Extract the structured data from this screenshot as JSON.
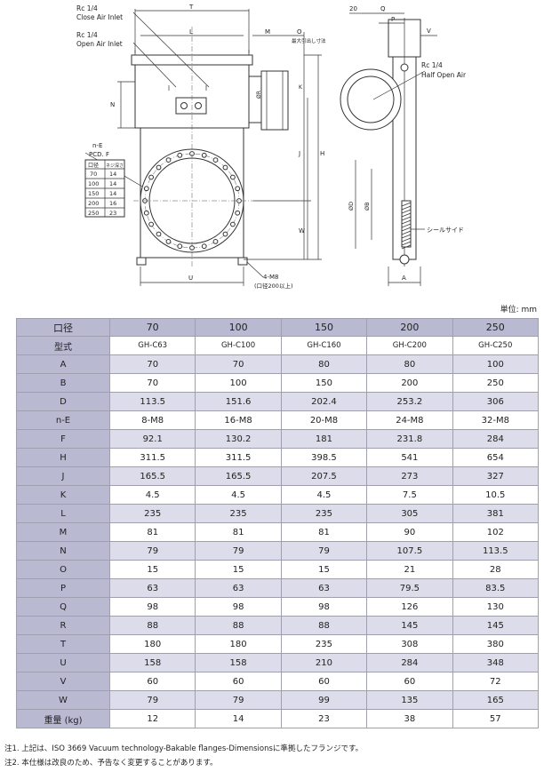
{
  "drawing": {
    "labels": {
      "close_air_port": "Rc 1/4",
      "close_air_text": "Close Air Inlet",
      "open_air_port": "Rc 1/4",
      "open_air_text": "Open Air Inlet",
      "max_stroke": "最大引出し寸法",
      "half_open_port": "Rc 1/4",
      "half_open_text": "Half Open Air",
      "seal_side": "シールサイド",
      "bolt_spec": "4-M8",
      "bolt_note": "(口径200以上)",
      "n_e": "n-E",
      "pcd": "PCD. F",
      "dim_T": "T",
      "dim_L": "L",
      "dim_M": "M",
      "dim_O": "O",
      "dim_N": "N",
      "dim_H": "H",
      "dim_J": "J",
      "dim_W": "W",
      "dim_K": "K",
      "dim_R": "ØR",
      "dim_U": "U",
      "dim_20": "20",
      "dim_Q": "Q",
      "dim_P": "P",
      "dim_V": "V",
      "dim_D": "ØD",
      "dim_B": "ØB",
      "dim_A": "A"
    },
    "inset_table": {
      "headers": [
        "口径",
        "ネジ深さ"
      ],
      "rows": [
        [
          "70",
          "14"
        ],
        [
          "100",
          "14"
        ],
        [
          "150",
          "14"
        ],
        [
          "200",
          "16"
        ],
        [
          "250",
          "23"
        ]
      ]
    }
  },
  "unit_label": "単位: mm",
  "table": {
    "header": [
      "口径",
      "70",
      "100",
      "150",
      "200",
      "250"
    ],
    "rows": [
      [
        "型式",
        "GH-C63",
        "GH-C100",
        "GH-C160",
        "GH-C200",
        "GH-C250"
      ],
      [
        "A",
        "70",
        "70",
        "80",
        "80",
        "100"
      ],
      [
        "B",
        "70",
        "100",
        "150",
        "200",
        "250"
      ],
      [
        "D",
        "113.5",
        "151.6",
        "202.4",
        "253.2",
        "306"
      ],
      [
        "n-E",
        "8-M8",
        "16-M8",
        "20-M8",
        "24-M8",
        "32-M8"
      ],
      [
        "F",
        "92.1",
        "130.2",
        "181",
        "231.8",
        "284"
      ],
      [
        "H",
        "311.5",
        "311.5",
        "398.5",
        "541",
        "654"
      ],
      [
        "J",
        "165.5",
        "165.5",
        "207.5",
        "273",
        "327"
      ],
      [
        "K",
        "4.5",
        "4.5",
        "4.5",
        "7.5",
        "10.5"
      ],
      [
        "L",
        "235",
        "235",
        "235",
        "305",
        "381"
      ],
      [
        "M",
        "81",
        "81",
        "81",
        "90",
        "102"
      ],
      [
        "N",
        "79",
        "79",
        "79",
        "107.5",
        "113.5"
      ],
      [
        "O",
        "15",
        "15",
        "15",
        "21",
        "28"
      ],
      [
        "P",
        "63",
        "63",
        "63",
        "79.5",
        "83.5"
      ],
      [
        "Q",
        "98",
        "98",
        "98",
        "126",
        "130"
      ],
      [
        "R",
        "88",
        "88",
        "88",
        "145",
        "145"
      ],
      [
        "T",
        "180",
        "180",
        "235",
        "308",
        "380"
      ],
      [
        "U",
        "158",
        "158",
        "210",
        "284",
        "348"
      ],
      [
        "V",
        "60",
        "60",
        "60",
        "60",
        "72"
      ],
      [
        "W",
        "79",
        "79",
        "99",
        "135",
        "165"
      ],
      [
        "重量 (kg)",
        "12",
        "14",
        "23",
        "38",
        "57"
      ]
    ]
  },
  "notes": [
    "注1. 上記は、ISO 3669 Vacuum technology-Bakable flanges-Dimensionsに準拠したフランジです。",
    "注2. 本仕様は改良のため、予告なく変更することがあります。"
  ]
}
